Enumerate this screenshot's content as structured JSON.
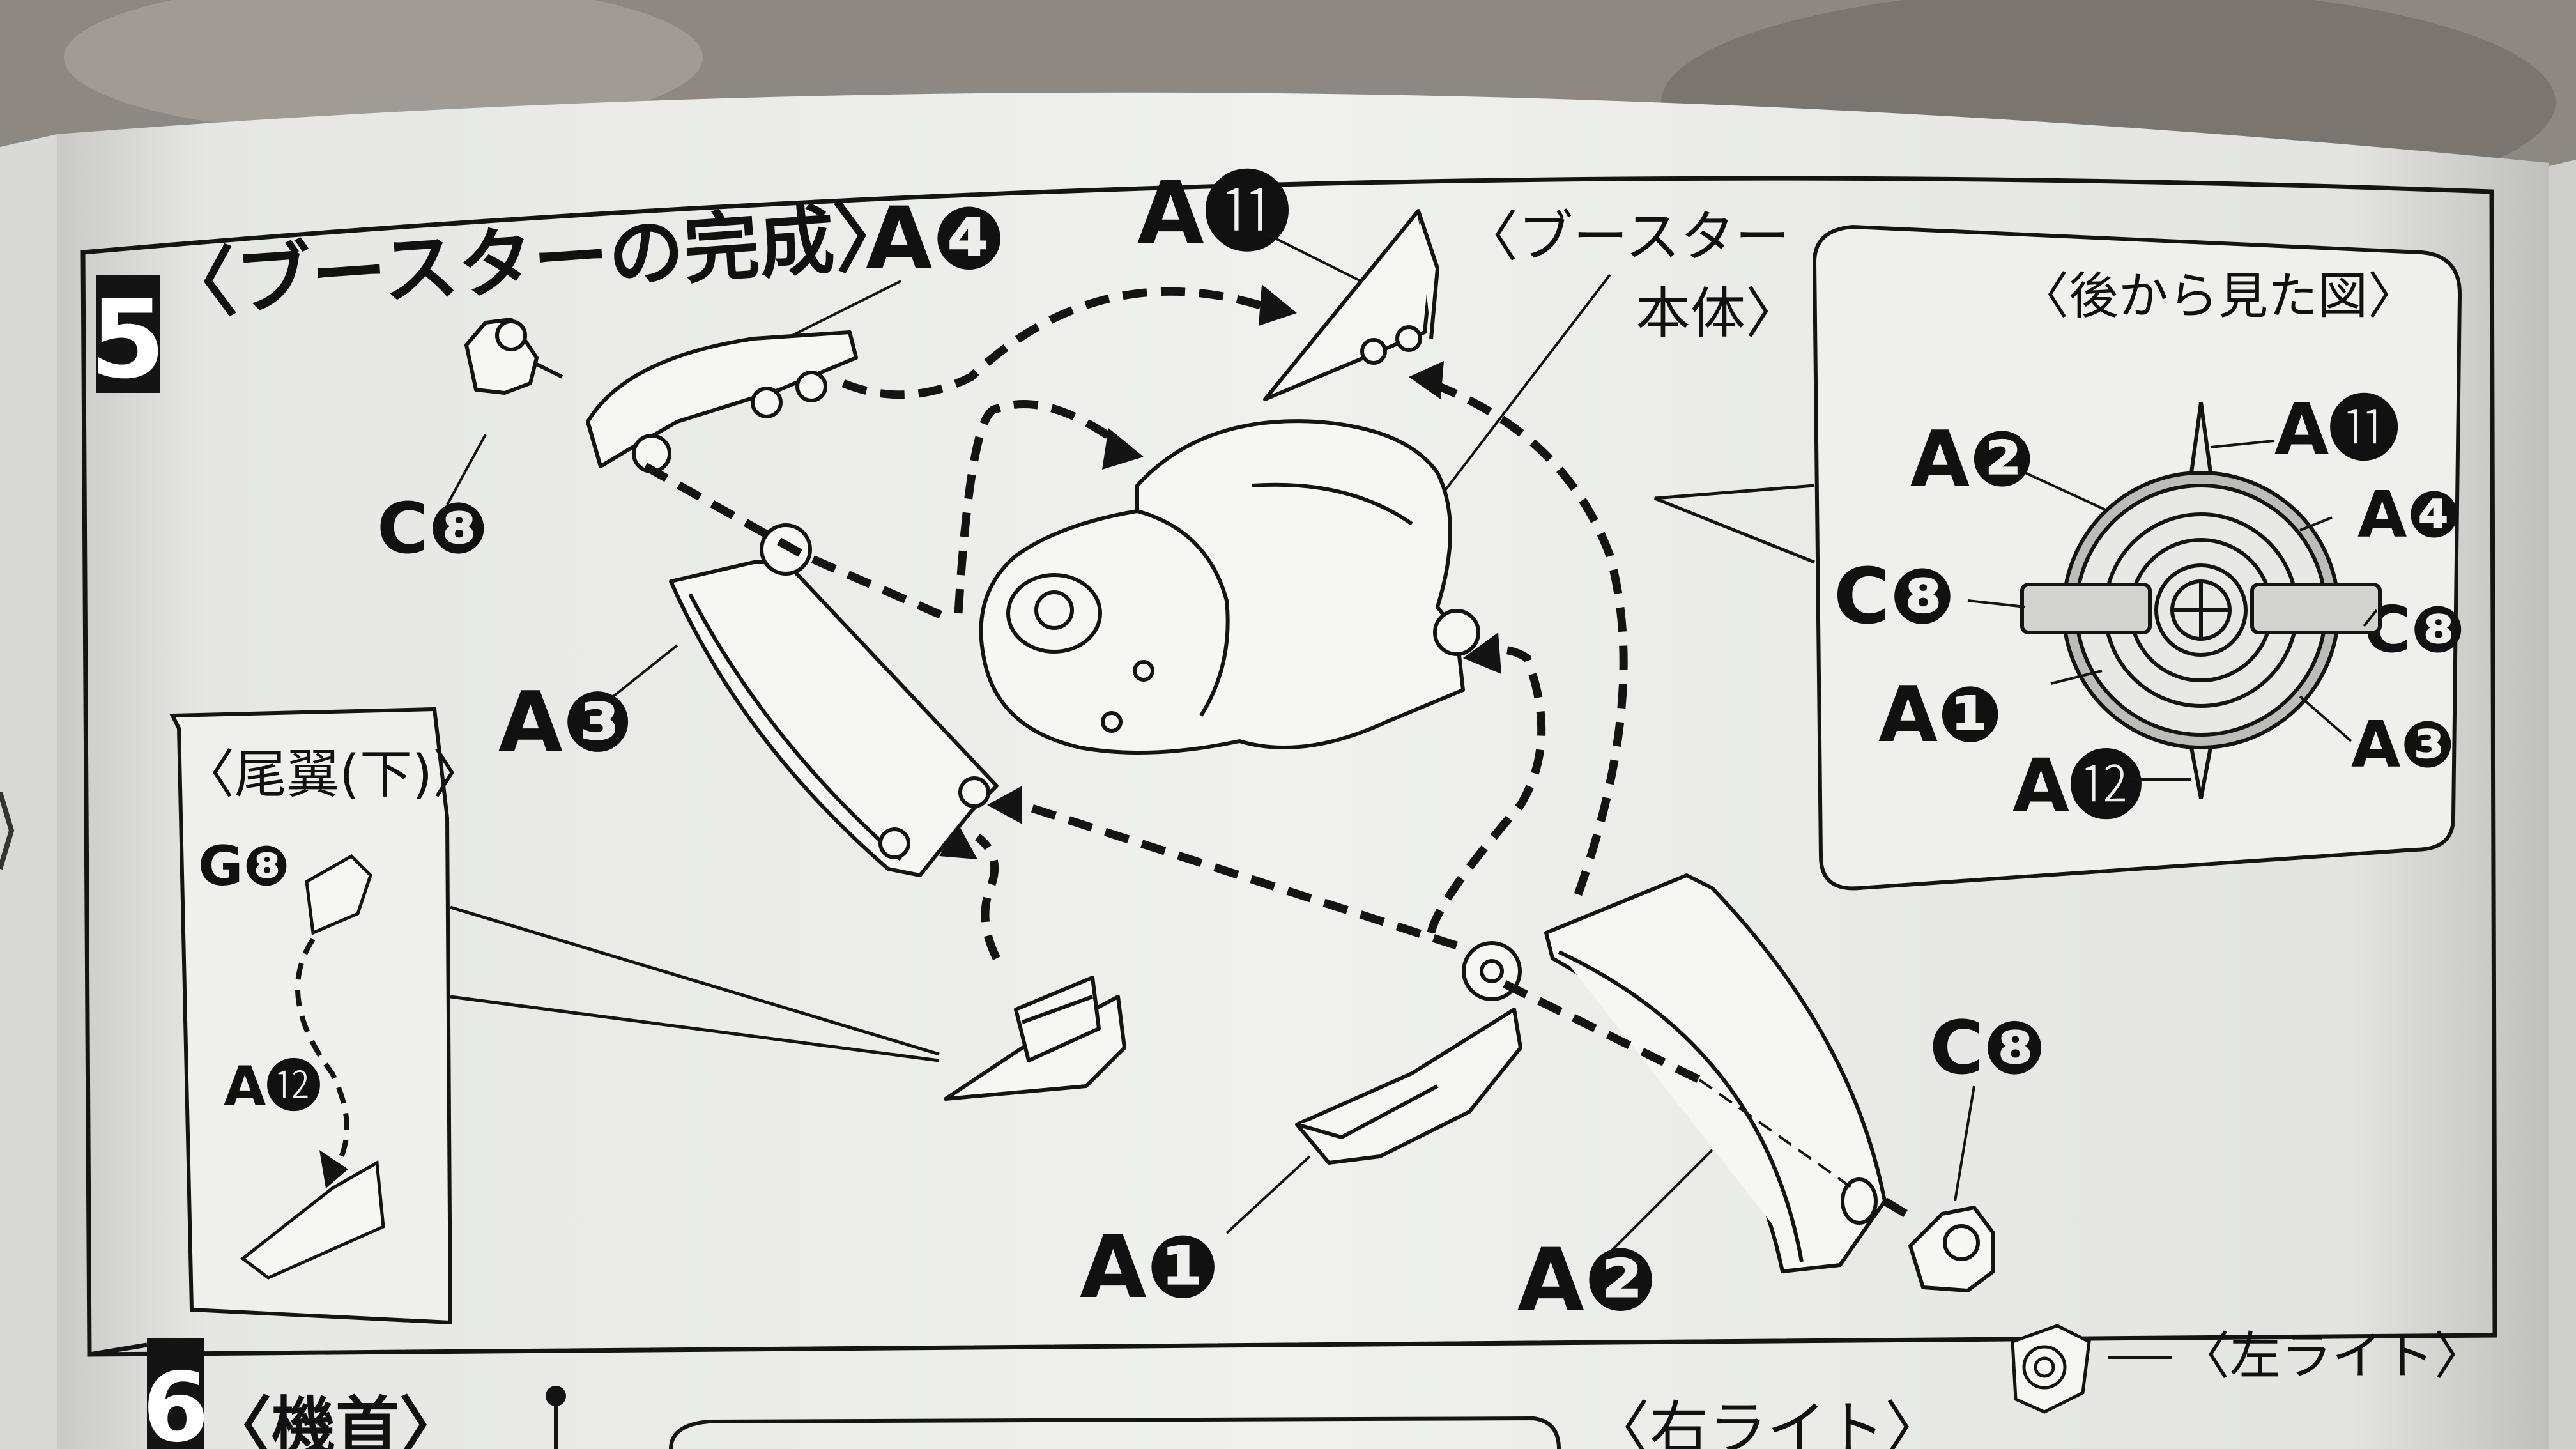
{
  "step5": {
    "number": "5",
    "title": "〈ブースターの完成〉"
  },
  "labels": {
    "a4": "A❹",
    "a11": "A⓫",
    "booster_body_line1": "〈ブースター",
    "booster_body_line2": "本体〉",
    "c8_left": "C❽",
    "a3": "A❸",
    "a1": "A❶",
    "a2": "A❷",
    "c8_right": "C❽"
  },
  "tail_inset": {
    "title": "〈尾翼(下)〉",
    "g8": "G❽",
    "a12": "A⓬"
  },
  "rear_view": {
    "title": "〈後から見た図〉",
    "a2": "A❷",
    "a11": "A⓫",
    "a4": "A❹",
    "c8_left": "C❽",
    "c8_right": "C❽",
    "a1": "A❶",
    "a3": "A❸",
    "a12": "A⓬"
  },
  "step6": {
    "number": "6",
    "title": "〈機首〉",
    "right_light": "〈右ライト〉",
    "left_light": "〈左ライト〉"
  },
  "colors": {
    "paper": "#eeefec",
    "ink": "#141414",
    "part_fill": "#f6f6f3",
    "background_fabric": "#8f8a84"
  }
}
